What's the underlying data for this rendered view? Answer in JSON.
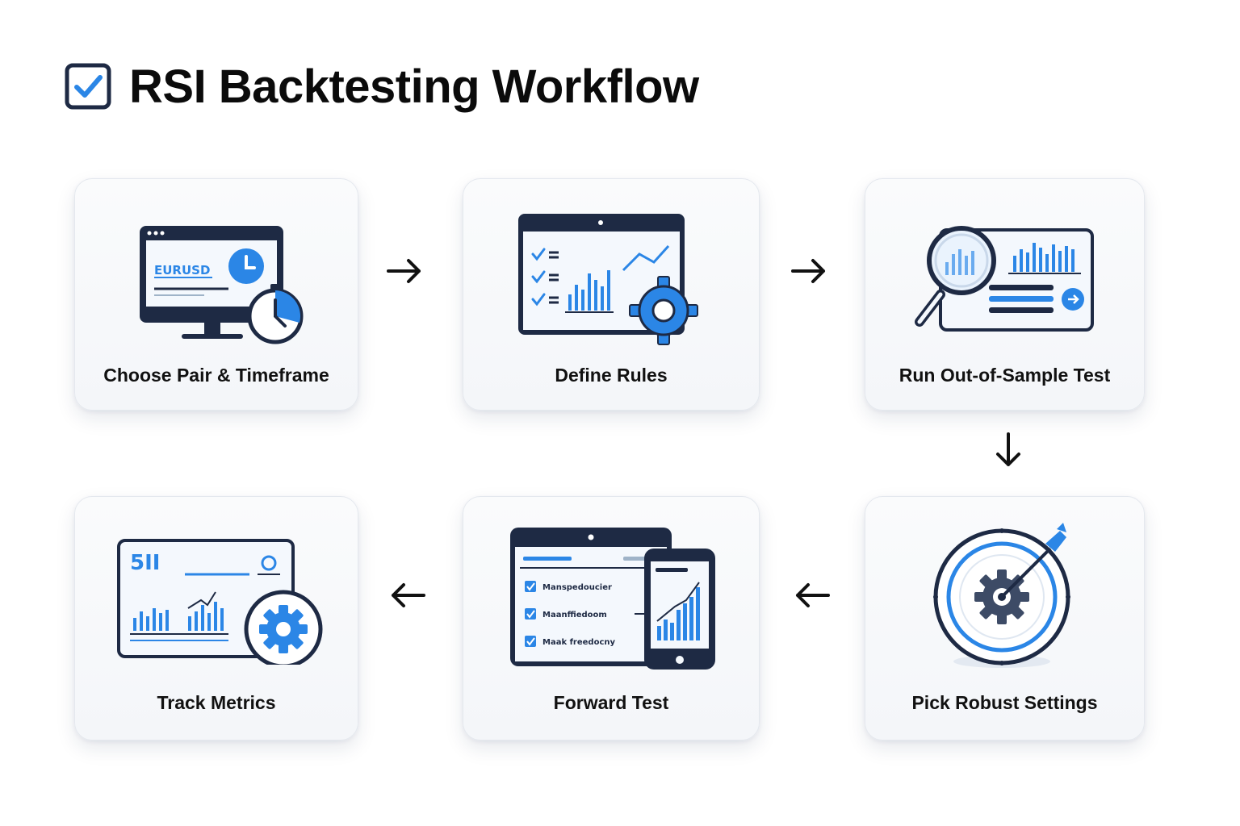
{
  "title": "RSI Backtesting Workflow",
  "colors": {
    "accent": "#2b86e6",
    "navy": "#1e2a44",
    "card_bg": "#f5f7fa"
  },
  "steps": [
    {
      "label": "Choose Pair & Timeframe",
      "icon": "monitor-clock-icon",
      "screen_text": "EURUSD"
    },
    {
      "label": "Define Rules",
      "icon": "checklist-gear-icon"
    },
    {
      "label": "Run Out-of-Sample Test",
      "icon": "magnifier-chart-icon"
    },
    {
      "label": "Pick Robust Settings",
      "icon": "target-gear-icon"
    },
    {
      "label": "Forward Test",
      "icon": "tablet-phone-icon",
      "list_items": [
        "Manspedoucier",
        "Maanffiedoom",
        "Maak freedocny"
      ]
    },
    {
      "label": "Track Metrics",
      "icon": "dashboard-gear-icon",
      "screen_text": "5II"
    }
  ],
  "connectors": [
    {
      "from": "Choose Pair & Timeframe",
      "to": "Define Rules",
      "direction": "right"
    },
    {
      "from": "Define Rules",
      "to": "Run Out-of-Sample Test",
      "direction": "right"
    },
    {
      "from": "Run Out-of-Sample Test",
      "to": "Pick Robust Settings",
      "direction": "down"
    },
    {
      "from": "Pick Robust Settings",
      "to": "Forward Test",
      "direction": "left"
    },
    {
      "from": "Forward Test",
      "to": "Track Metrics",
      "direction": "left"
    }
  ]
}
